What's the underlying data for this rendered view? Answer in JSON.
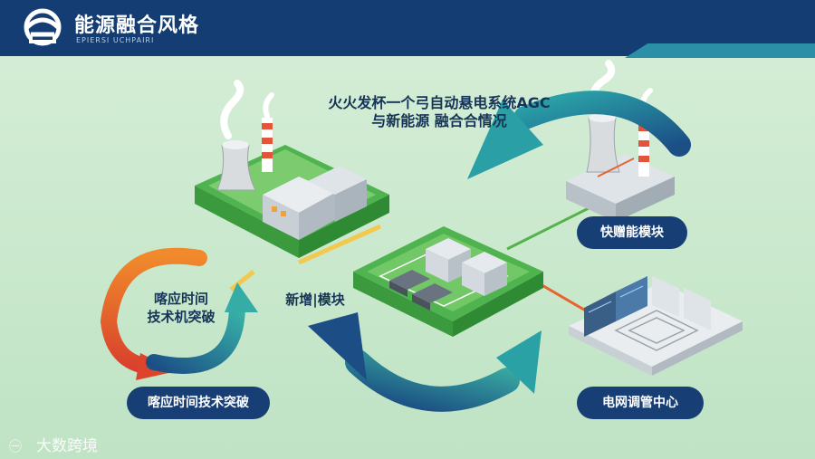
{
  "header": {
    "title": "能源融合风格",
    "subtitle": "EPIERSI UCHPAIRI"
  },
  "diagram": {
    "caption_line1": "火火发杯一个弓自动悬电系统AGC",
    "caption_line2": "与新能源 融合合情况",
    "loop_label_line1": "喀应时间",
    "loop_label_line2": "技术机突破",
    "center_label": "新增|模块",
    "pill_right_top": "快赠能模块",
    "pill_right_bottom": "电网调管中心",
    "pill_left_bottom": "喀应时间技术突破"
  },
  "watermark": {
    "text": "大数跨境"
  },
  "colors": {
    "header_bg": "#143d73",
    "accent_teal": "#2b8fa8",
    "platform_green": "#5cbf5c",
    "arrow_blue": "#1e5f8e",
    "arrow_orange": "#e8632d"
  }
}
